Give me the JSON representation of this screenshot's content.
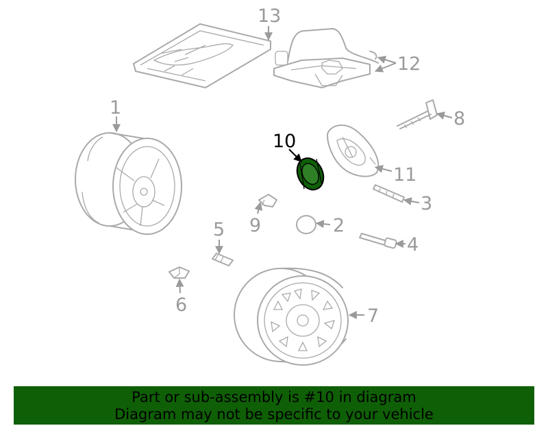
{
  "diagram": {
    "highlighted_part": "10",
    "highlight_color": "#0f5f06",
    "callouts": {
      "c1": "1",
      "c2": "2",
      "c3": "3",
      "c4": "4",
      "c5": "5",
      "c6": "6",
      "c7": "7",
      "c8": "8",
      "c9": "9",
      "c10": "10",
      "c11": "11",
      "c12": "12",
      "c13": "13"
    }
  },
  "banner": {
    "line1": "Part or sub-assembly is #10 in diagram",
    "line2": "Diagram may not be specific to your vehicle",
    "background": "#0f5f06"
  }
}
